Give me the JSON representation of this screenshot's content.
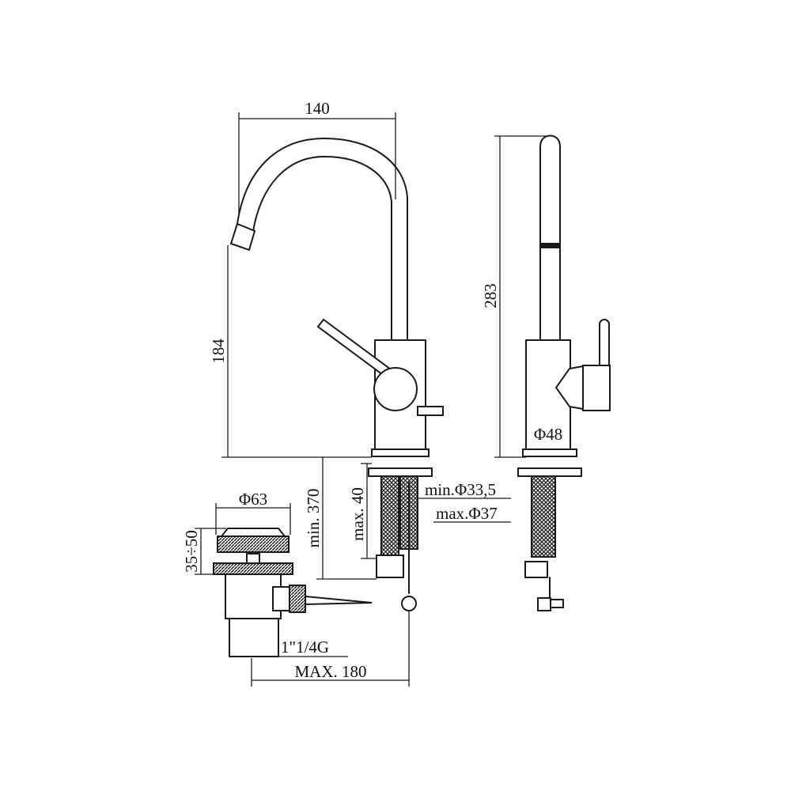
{
  "dimensions": {
    "spout_reach": "140",
    "spout_height": "184",
    "total_height": "283",
    "body_diameter": "Φ48",
    "supply_length": "min. 370",
    "deck_thickness": "max. 40",
    "hole_min": "min.Φ33,5",
    "hole_max": "max.Φ37",
    "waste_diameter": "Φ63",
    "waste_range": "35÷50",
    "waste_thread": "1\"1/4G",
    "rod_max": "MAX. 180"
  },
  "colors": {
    "line": "#1a1a1a",
    "background": "#ffffff"
  }
}
